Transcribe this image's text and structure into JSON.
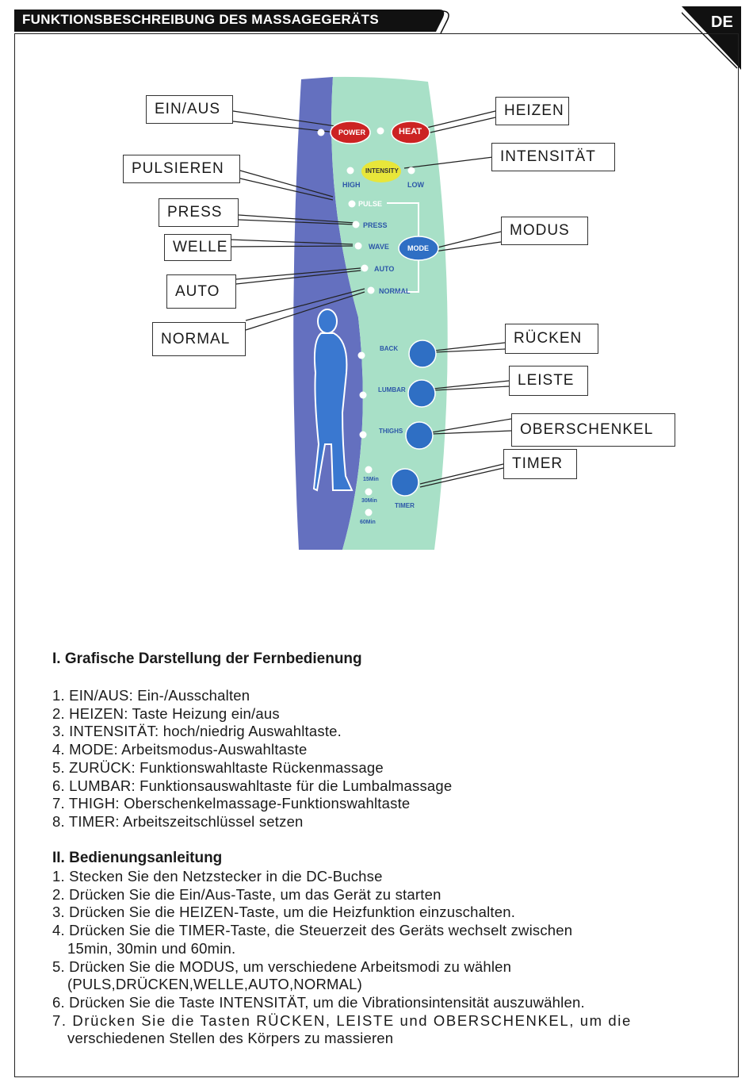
{
  "header": {
    "title": "FUNKTIONSBESCHREIBUNG DES MASSAGEGERÄTS",
    "language_badge": "DE"
  },
  "colors": {
    "panel_blue": "#6470bf",
    "panel_green": "#a8e0c7",
    "button_blue": "#2f6fc4",
    "button_red": "#cc2323",
    "button_yellow": "#e8e63a",
    "header_black": "#111111"
  },
  "remote": {
    "buttons": {
      "power": "POWER",
      "heat": "HEAT",
      "intensity": "INTENSITY",
      "mode": "MODE"
    },
    "labels": {
      "high": "HIGH",
      "low": "LOW",
      "pulse": "PULSE",
      "press": "PRESS",
      "wave": "WAVE",
      "auto": "AUTO",
      "normal": "NORMAL",
      "back": "BACK",
      "lumbar": "LUMBAR",
      "thighs": "THIGHS",
      "timer": "TIMER",
      "t15": "15Min",
      "t30": "30Min",
      "t60": "60Min"
    }
  },
  "callouts": {
    "ein_aus": "EIN/AUS",
    "heizen": "HEIZEN",
    "intensitaet": "INTENSITÄT",
    "pulsieren": "PULSIEREN",
    "press": "PRESS",
    "welle": "WELLE",
    "modus": "MODUS",
    "auto": "AUTO",
    "normal": "NORMAL",
    "ruecken": "RÜCKEN",
    "leiste": "LEISTE",
    "oberschenkel": "OBERSCHENKEL",
    "timer": "TIMER"
  },
  "section1": {
    "title": "I. Grafische Darstellung der Fernbedienung",
    "items": [
      "1. EIN/AUS: Ein-/Ausschalten",
      "2. HEIZEN: Taste Heizung ein/aus",
      "3. INTENSITÄT: hoch/niedrig Auswahltaste.",
      "4. MODE: Arbeitsmodus-Auswahltaste",
      "5. ZURÜCK: Funktionswahltaste Rückenmassage",
      "6. LUMBAR: Funktionsauswahltaste für die Lumbalmassage",
      "7. THIGH: Oberschenkelmassage-Funktionswahltaste",
      "8. TIMER: Arbeitszeitschlüssel setzen"
    ]
  },
  "section2": {
    "title": "II. Bedienungsanleitung",
    "items": [
      "1. Stecken Sie den Netzstecker in die DC-Buchse",
      "2. Drücken Sie die Ein/Aus-Taste, um das Gerät zu starten",
      "3. Drücken Sie die HEIZEN-Taste, um die Heizfunktion einzuschalten.",
      "4. Drücken Sie die TIMER-Taste, die Steuerzeit des Geräts wechselt zwischen",
      "15min, 30min und 60min.",
      "5. Drücken Sie die MODUS, um verschiedene Arbeitsmodi zu wählen",
      "(PULS,DRÜCKEN,WELLE,AUTO,NORMAL)",
      "6. Drücken Sie die Taste INTENSITÄT, um die Vibrationsintensität auszuwählen.",
      "7. Drücken Sie die Tasten RÜCKEN, LEISTE und OBERSCHENKEL, um die",
      "verschiedenen Stellen des Körpers zu massieren"
    ]
  }
}
